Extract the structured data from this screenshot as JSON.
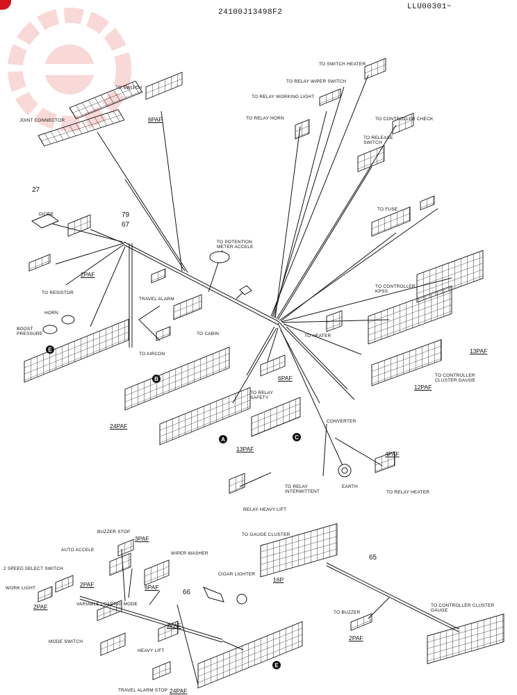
{
  "header": {
    "doc_code": "24100J13498F2",
    "page_code": "LLU00301~"
  },
  "numbers": {
    "n27": "27",
    "n79": "79",
    "n67": "67",
    "n66": "66",
    "n65": "65"
  },
  "markers": {
    "A": "A",
    "B": "B",
    "C": "C",
    "E": "E"
  },
  "paf": {
    "p6_top": "6PAF",
    "p2_left": "2PAF",
    "p6_center": "6PAF",
    "p4_right": "4PAF",
    "p13_right": "13PAF",
    "p12_right": "12PAF",
    "p24_b": "24PAF",
    "p13_c": "13PAF",
    "p3_buzzer": "3PAF",
    "p2_sel": "2PAF",
    "p2_work": "2PAF",
    "p6_wiper": "6PAF",
    "p2_heavy": "2PAF",
    "p24_bottom": "24PAF",
    "p16_cluster": "16P",
    "p2_buzzer": "2PAF"
  },
  "labels": {
    "switch_heater": "TO SWITCH HEATER",
    "relay_wiper": "TO RELAY WIPER SWITCH",
    "to_switch": "TO SWITCH",
    "relay_working_light": "TO RELAY WORKING LIGHT",
    "relay_horn": "TO RELAY HORN",
    "controller_check": "TO CONTROLLER CHECK",
    "release_switch": "TO RELEASE\nSWITCH",
    "joint_connector": "JOINT CONNECTOR",
    "diode": "DIODE",
    "potentio": "TO POTENTION\nMETER ACCELE",
    "to_fuse": "TO FUSE",
    "to_resistor": "TO RESISTOR",
    "horn": "HORN",
    "boost": "BOOST\nPRESSURE",
    "travel_alarm": "TRAVEL ALARM",
    "to_cabin": "TO CABIN",
    "to_aircon": "TO AIRCON",
    "controller_kpss": "TO CONTROLLER\nKPSS",
    "to_heater": "TO HEATER",
    "controller_cluster": "TO CONTROLLER\nCLUSTER GAUGE",
    "relay_safety": "TO RELAY\nSAFETY",
    "converter": "CONVERTER",
    "relay_intermittent": "TO RELAY\nINTERMITTENT",
    "earth": "EARTH",
    "relay_heater": "TO RELAY HEATER",
    "relay_heavy_lift": "RELAY HEAVY LIFT",
    "buzzer_stop": "BUZZER STOP",
    "auto_accele": "AUTO ACCELE",
    "speed_select": "2 SPEED SELECT SWITCH",
    "work_light": "WORK LIGHT",
    "wiper_washer": "WIPER WASHER",
    "cigar_lighter": "CIGAR LIGHTER",
    "loading_mode": "VARIABLE LOADING MODE",
    "mode_switch": "MODE SWITCH",
    "heavy_lift": "HEAVY LIFT",
    "travel_alarm_stop": "TRAVEL ALARM STOP",
    "gauge_cluster": "TO GAUGE CLUSTER",
    "to_buzzer": "TO BUZZER",
    "controller_cluster_bottom": "TO CONTROLLER CLUSTER\nGAUGE"
  },
  "colors": {
    "ink": "#111111",
    "watermark": "#e0302f"
  }
}
